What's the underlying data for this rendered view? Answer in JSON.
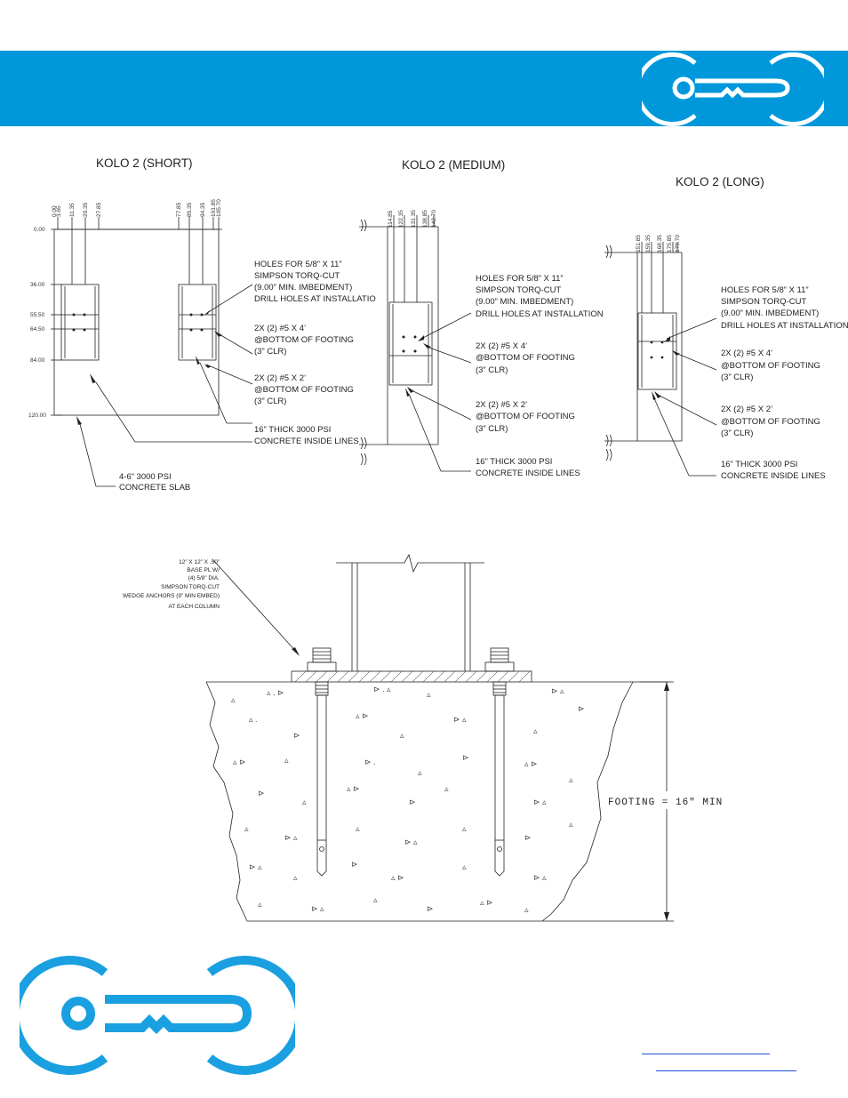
{
  "header": {
    "logo_icon": "kolo-key-logo-icon",
    "color": "#0098db"
  },
  "plans": [
    {
      "title": "KOLO 2 (SHORT)",
      "top_dims": [
        "0.00",
        "3.65",
        "11.35",
        "20.35",
        "27.85",
        "77.85",
        "85.35",
        "94.35",
        "101.85",
        "105.70"
      ],
      "side_dims": [
        "0.00",
        "36.00",
        "55.50",
        "64.50",
        "84.00",
        "120.00"
      ],
      "note_holes": [
        "HOLES FOR 5/8” X 11”",
        "SIMPSON TORQ-CUT",
        "(9.00” MIN. IMBEDMENT)",
        "DRILL HOLES AT INSTALLATIO"
      ],
      "note_bars4": [
        "2X (2) #5 X 4’",
        "@BOTTOM OF FOOTING",
        "(3” CLR)"
      ],
      "note_bars2": [
        "2X (2) #5 X 2’",
        "@BOTTOM OF FOOTING",
        "(3” CLR)"
      ],
      "note_concrete": [
        "16” THICK 3000 PSI",
        "CONCRETE INSIDE LINES"
      ],
      "note_slab": [
        "4-6” 3000 PSI",
        "CONCRETE SLAB"
      ]
    },
    {
      "title": "KOLO 2 (MEDIUM)",
      "top_dims": [
        "114.85",
        "122.35",
        "131.35",
        "138.85",
        "142.70"
      ],
      "note_holes": [
        "HOLES FOR 5/8” X 11”",
        "SIMPSON TORQ-CUT",
        "(9.00” MIN. IMBEDMENT)",
        "DRILL HOLES AT INSTALLATION"
      ],
      "note_bars4": [
        "2X (2) #5 X 4’",
        "@BOTTOM OF FOOTING",
        "(3” CLR)"
      ],
      "note_bars2": [
        "2X (2) #5 X 2’",
        "@BOTTOM OF FOOTING",
        "(3” CLR)"
      ],
      "note_concrete": [
        "16” THICK 3000 PSI",
        "CONCRETE INSIDE LINES"
      ]
    },
    {
      "title": "KOLO 2 (LONG)",
      "top_dims": [
        "151.85",
        "159.35",
        "168.35",
        "175.85",
        "179.70"
      ],
      "note_holes": [
        "HOLES FOR 5/8” X 11”",
        "SIMPSON TORQ-CUT",
        "(9.00” MIN. IMBEDMENT)",
        "DRILL HOLES AT INSTALLATION"
      ],
      "note_bars4": [
        "2X (2) #5 X 4’",
        "@BOTTOM OF FOOTING",
        "(3” CLR)"
      ],
      "note_bars2": [
        "2X (2) #5 X 2’",
        "@BOTTOM OF FOOTING",
        "(3” CLR)"
      ],
      "note_concrete": [
        "16” THICK 3000 PSI",
        "CONCRETE INSIDE LINES"
      ]
    }
  ],
  "section": {
    "anchor_note": [
      "12” X 12” X .50”",
      "BASE PL W/",
      "(4) 5/8” DIA.",
      "SIMPSON TORQ-CUT",
      "WEDGE ANCHORS (9” MIN EMBED)",
      "AT EACH COLUMN"
    ],
    "footing_label": "FOOTING = 16\" MIN"
  },
  "footer": {
    "logo_icon": "kolo-key-logo-icon"
  }
}
